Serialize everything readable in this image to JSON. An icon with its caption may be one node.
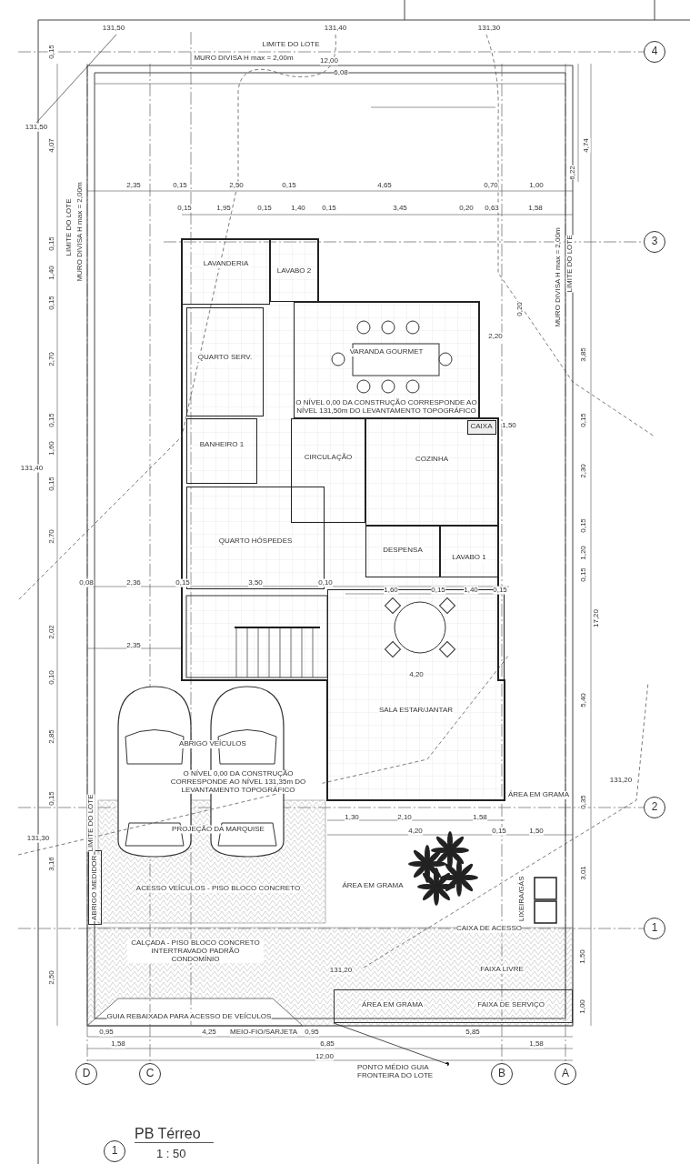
{
  "diagram": {
    "title": "PB Térreo",
    "nodes": [
      {
        "text": [
          "LAVANDERIA"
        ]
      },
      {
        "text": [
          "LAVABO 2"
        ]
      },
      {
        "text": [
          "QUARTO SERV."
        ]
      },
      {
        "text": [
          "VARANDA GOURMET"
        ]
      },
      {
        "text": [
          "BANHEIRO 1"
        ]
      },
      {
        "text": [
          "CIRCULAÇÃO"
        ]
      },
      {
        "text": [
          "COZINHA"
        ]
      },
      {
        "text": [
          "CAIXA"
        ],
        "in": 6
      },
      {
        "text": [
          "QUARTO HÓSPEDES"
        ]
      },
      {
        "text": [
          "DESPENSA"
        ]
      },
      {
        "text": [
          "LAVABO 1"
        ]
      },
      {
        "text": [
          "SALA ESTAR/JANTAR"
        ]
      },
      {
        "text": [
          "ABRIGO VEÍCULOS"
        ]
      },
      {
        "text": [
          "ÁREA EM GRAMA"
        ]
      },
      {
        "text": [
          "ÁREA EM GRAMA"
        ]
      },
      {
        "text": [
          "ABRIGO MEDIDOR"
        ]
      },
      {
        "text": [
          "LIXEIRA/GÁS"
        ]
      },
      {
        "text": [
          "ÁREA EM GRAMA",
          "FAIXA DE SERVIÇO"
        ]
      },
      {
        "text": [
          "PONTO MÉDIO GUIA FRONTEIRA DO LOTE"
        ]
      },
      {
        "text": [
          "4"
        ]
      },
      {
        "text": [
          "3"
        ]
      },
      {
        "text": [
          "2"
        ]
      },
      {
        "text": [
          "1"
        ]
      },
      {
        "text": [
          "D"
        ]
      },
      {
        "text": [
          "C"
        ]
      },
      {
        "text": [
          "B"
        ]
      },
      {
        "text": [
          "A"
        ]
      },
      {
        "text": [
          "1"
        ]
      }
    ],
    "edges": [
      {
        "from": 18,
        "to": 17,
        "arrow": "other"
      }
    ],
    "labels": [
      "131,50",
      "LIMITE DO LOTE",
      "131,40",
      "131,30",
      "MURO DIVISA H max = 2,00m",
      "12,00",
      "6,08",
      "131,50",
      "0,15",
      "4,07",
      "4,74",
      "6,22",
      "2,35",
      "0,15",
      "2,50",
      "0,15",
      "4,65",
      "0,70",
      "1,00",
      "0,15",
      "1,95",
      "0,15",
      "1,40",
      "0,15",
      "3,45",
      "0,20",
      "0,63",
      "1,58",
      "LIMITE DO LOTE",
      "MURO DIVISA H max = 2,00m",
      "MURO DIVISA H max = 2,00m",
      "LIMITE DO LOTE",
      "0,15",
      "1,40",
      "0,15",
      "2,70",
      "0,15",
      "1,60",
      "0,15",
      "2,70",
      "0,20",
      "2,20",
      "3,85",
      "1,50",
      "0,15",
      "2,30",
      "0,15",
      "1,20",
      "0,15",
      "17,20",
      "131,40",
      "0,08",
      "2,36",
      "0,15",
      "3,50",
      "0,10",
      "1,60",
      "0,15",
      "1,40",
      "0,15",
      "2,02",
      "2,35",
      "0,10",
      "4,20",
      "5,40",
      "2,85",
      "O NÍVEL 0,00 DA CONSTRUÇÃO CORRESPONDE AO NÍVEL 131,50m DO LEVANTAMENTO TOPOGRÁFICO",
      "O NÍVEL 0,00 DA CONSTRUÇÃO CORRESPONDE AO NÍVEL 131,35m DO LEVANTAMENTO TOPOGRÁFICO",
      "131,20",
      "0,15",
      "0,35",
      "1,30",
      "2,10",
      "1,58",
      "LIMITE DO LOTE",
      "131,30",
      "PROJEÇÃO DA MARQUISE",
      "4,20",
      "0,15",
      "1,50",
      "3,16",
      "3,01",
      "ACESSO VEÍCULOS - PISO BLOCO CONCRETO",
      "CAIXA DE ACESSO",
      "CALÇADA - PISO BLOCO CONCRETO INTERTRAVADO PADRÃO CONDOMÍNIO",
      "131,20",
      "FAIXA LIVRE",
      "2,50",
      "1,50",
      "1,00",
      "GUIA REBAIXADA PARA ACESSO DE VEÍCULOS",
      "0,95",
      "4,25",
      "MEIO-FIO/SARJETA",
      "0,95",
      "5,85",
      "1,58",
      "6,85",
      "1,58",
      "12,00",
      "1 : 50"
    ]
  }
}
